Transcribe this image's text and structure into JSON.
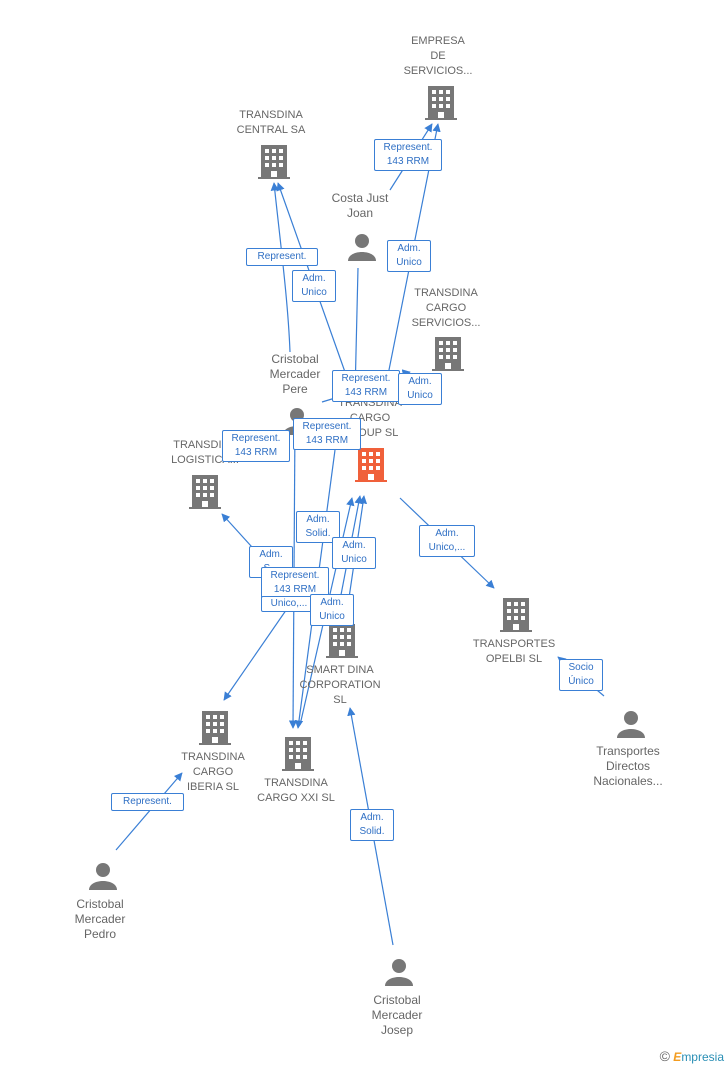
{
  "nodes": {
    "empresa_servicios": {
      "label": "EMPRESA\nDE\nSERVICIOS..."
    },
    "transdina_central": {
      "label": "TRANSDINA\nCENTRAL SA"
    },
    "costa_just": {
      "label": "Costa Just\nJoan"
    },
    "transdina_cargo_servicios": {
      "label": "TRANSDINA\nCARGO\nSERVICIOS..."
    },
    "cristobal_pere": {
      "label": "Cristobal\nMercader\nPere"
    },
    "transdina_cargo_group": {
      "label": "TRANSDINA\nCARGO\nGROUP  SL"
    },
    "transdina_logistica": {
      "label": "TRANSDINA\nLOGISTICA..."
    },
    "transportes_opelbi": {
      "label": "TRANSPORTES\nOPELBI SL"
    },
    "smart_dina": {
      "label": "SMART DINA\nCORPORATION\nSL"
    },
    "transdina_cargo_iberia": {
      "label": "TRANSDINA\nCARGO\nIBERIA  SL"
    },
    "transdina_cargo_xxi": {
      "label": "TRANSDINA\nCARGO XXI  SL"
    },
    "transportes_directos": {
      "label": "Transportes\nDirectos\nNacionales..."
    },
    "cristobal_pedro": {
      "label": "Cristobal\nMercader\nPedro"
    },
    "cristobal_josep": {
      "label": "Cristobal\nMercader\nJosep"
    }
  },
  "edge_labels": {
    "e1": "Represent.\n143 RRM",
    "e2": "Represent.",
    "e3": "Adm.\nUnico",
    "e4": "Adm.\nUnico",
    "e5": "Represent.\n143 RRM",
    "e6": "Adm.\nUnico",
    "e7": "Represent.\n143 RRM",
    "e8": "Represent.\n143 RRM",
    "e9": "Adm.\nSolid.",
    "e10": "Adm.\nUnico",
    "e11": "Adm.\nS...",
    "e12": "Represent.\n143 RRM",
    "e13": "Unico,...",
    "e14": "Adm.\nUnico",
    "e15": "Adm.\nUnico,...",
    "e16": "Socio\nÚnico",
    "e17": "Represent.",
    "e18": "Adm.\nSolid."
  },
  "colors": {
    "edge": "#3a7fd5",
    "building": "#777777",
    "person": "#777777",
    "highlight": "#f0603a"
  },
  "brand": {
    "copyright": "©",
    "name_first": "E",
    "name_rest": "mpresia"
  }
}
